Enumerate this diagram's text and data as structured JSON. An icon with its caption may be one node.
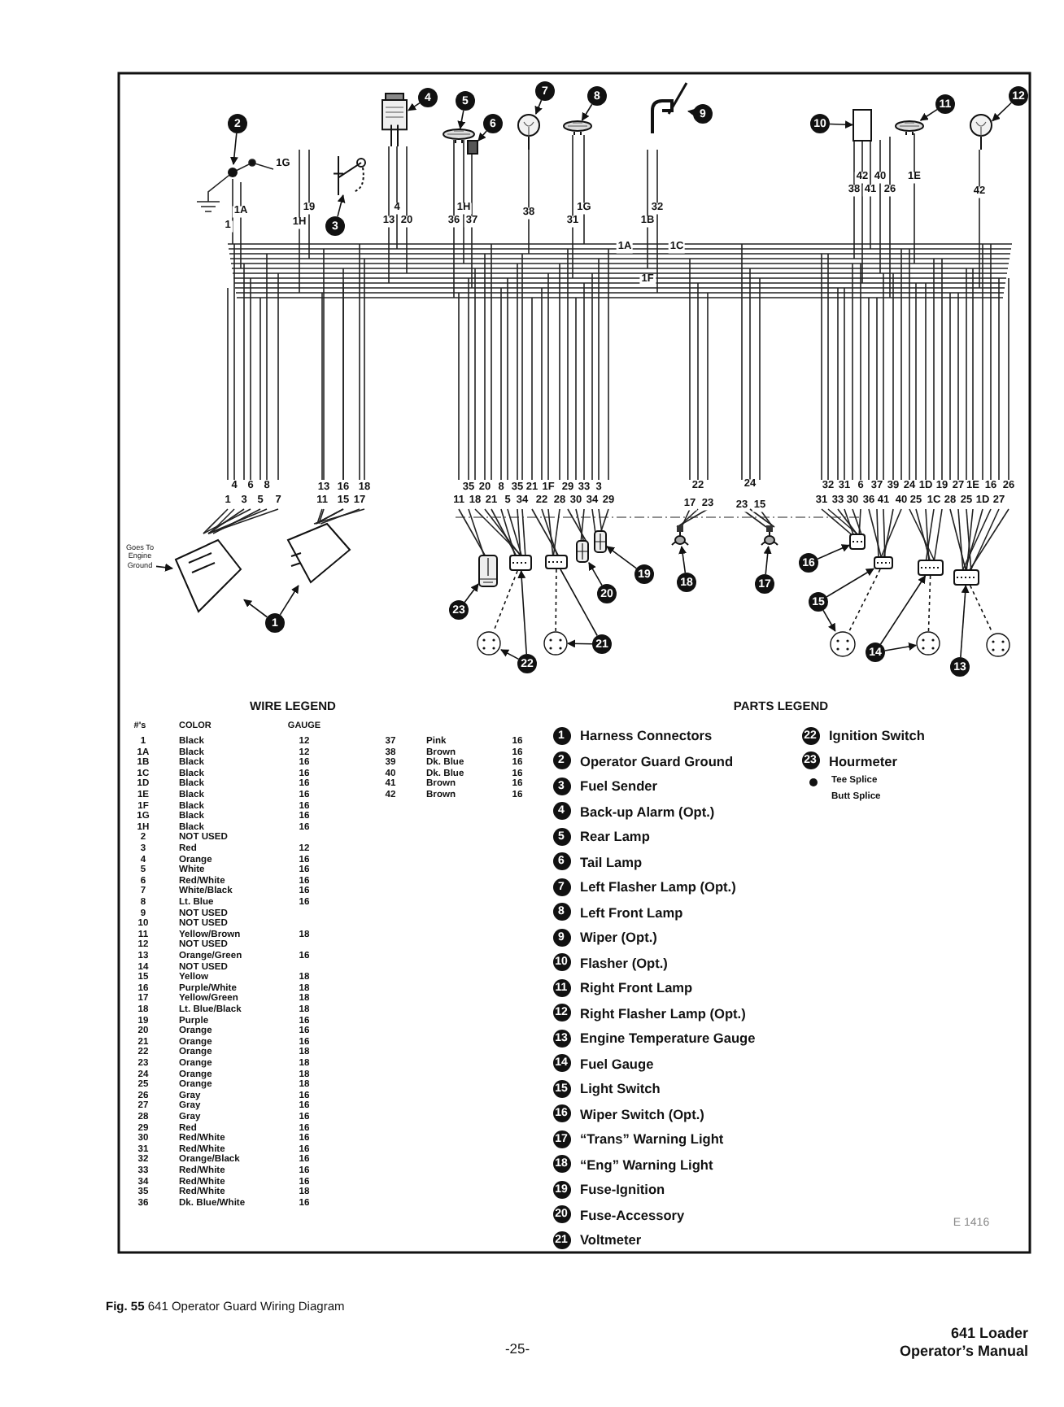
{
  "diagram": {
    "caption": "**Fig. 55** 641 Operator Guard Wiring Diagram",
    "nodes": [
      {
        "text": [
          "2"
        ]
      },
      {
        "text": [],
        "shape": "circle"
      },
      {
        "text": [
          "3"
        ]
      },
      {
        "text": [],
        "shape": "picture"
      },
      {
        "text": [
          "4"
        ]
      },
      {
        "text": [],
        "shape": "picture"
      },
      {
        "text": [
          "5"
        ]
      },
      {
        "text": [],
        "shape": "picture"
      },
      {
        "text": [
          "6"
        ]
      },
      {
        "text": [],
        "shape": "picture"
      },
      {
        "text": [
          "7"
        ]
      },
      {
        "text": [],
        "shape": "picture"
      },
      {
        "text": [
          "8"
        ]
      },
      {
        "text": [],
        "shape": "picture"
      },
      {
        "text": [
          "9"
        ]
      },
      {
        "text": [],
        "shape": "picture"
      },
      {
        "text": [
          "10"
        ]
      },
      {
        "text": [],
        "shape": "box"
      },
      {
        "text": [
          "11"
        ]
      },
      {
        "text": [],
        "shape": "picture"
      },
      {
        "text": [
          "12"
        ]
      },
      {
        "text": [],
        "shape": "picture"
      },
      {
        "text": [
          "Goes To Engine Ground"
        ]
      },
      {
        "text": [],
        "shape": "picture"
      },
      {
        "text": [],
        "shape": "picture"
      },
      {
        "text": [
          "1"
        ]
      },
      {
        "text": [],
        "shape": "picture"
      },
      {
        "text": [
          "23"
        ]
      },
      {
        "text": [],
        "shape": "picture"
      },
      {
        "text": [
          "22"
        ]
      },
      {
        "text": [],
        "shape": "picture"
      },
      {
        "text": [],
        "shape": "picture"
      },
      {
        "text": [
          "21"
        ]
      },
      {
        "text": [],
        "shape": "picture"
      },
      {
        "text": [],
        "shape": "picture"
      },
      {
        "text": [
          "20"
        ]
      },
      {
        "text": [],
        "shape": "picture"
      },
      {
        "text": [
          "19"
        ]
      },
      {
        "text": [],
        "shape": "picture"
      },
      {
        "text": [
          "18"
        ]
      },
      {
        "text": [],
        "shape": "picture"
      },
      {
        "text": [
          "17"
        ]
      },
      {
        "text": [],
        "shape": "picture"
      },
      {
        "text": [
          "16"
        ]
      },
      {
        "text": [],
        "shape": "picture"
      },
      {
        "text": [
          "15"
        ]
      },
      {
        "text": [],
        "shape": "picture"
      },
      {
        "text": [],
        "shape": "picture"
      },
      {
        "text": [
          "14"
        ]
      },
      {
        "text": [],
        "shape": "picture"
      },
      {
        "text": [],
        "shape": "picture"
      },
      {
        "text": [
          "13"
        ]
      },
      {
        "text": [],
        "shape": "picture"
      },
      {
        "text": [
          "1"
        ],
        "beside": [
          "Harness Connectors"
        ]
      },
      {
        "text": [
          "2"
        ],
        "beside": [
          "Operator Guard Ground"
        ]
      },
      {
        "text": [
          "3"
        ],
        "beside": [
          "Fuel Sender"
        ]
      },
      {
        "text": [
          "4"
        ],
        "beside": [
          "Back-up Alarm (Opt.)"
        ]
      },
      {
        "text": [
          "5"
        ],
        "beside": [
          "Rear Lamp"
        ]
      },
      {
        "text": [
          "6"
        ],
        "beside": [
          "Tail Lamp"
        ]
      },
      {
        "text": [
          "7"
        ],
        "beside": [
          "Left Flasher Lamp (Opt.)"
        ]
      },
      {
        "text": [
          "8"
        ],
        "beside": [
          "Left Front Lamp"
        ]
      },
      {
        "text": [
          "9"
        ],
        "beside": [
          "Wiper (Opt.)"
        ]
      },
      {
        "text": [
          "10"
        ],
        "beside": [
          "Flasher (Opt.)"
        ]
      },
      {
        "text": [
          "11"
        ],
        "beside": [
          "Right Front Lamp"
        ]
      },
      {
        "text": [
          "12"
        ],
        "beside": [
          "Right Flasher Lamp (Opt.)"
        ]
      },
      {
        "text": [
          "13"
        ],
        "beside": [
          "Engine Temperature Gauge"
        ]
      },
      {
        "text": [
          "14"
        ],
        "beside": [
          "Fuel Gauge"
        ]
      },
      {
        "text": [
          "15"
        ],
        "beside": [
          "Light Switch"
        ]
      },
      {
        "text": [
          "16"
        ],
        "beside": [
          "Wiper Switch (Opt.)"
        ]
      },
      {
        "text": [
          "17"
        ],
        "beside": [
          "“Trans” Warning Light"
        ]
      },
      {
        "text": [
          "18"
        ],
        "beside": [
          "“Eng” Warning Light"
        ]
      },
      {
        "text": [
          "19"
        ],
        "beside": [
          "Fuse-Ignition"
        ]
      },
      {
        "text": [
          "20"
        ],
        "beside": [
          "Fuse-Accessory"
        ]
      },
      {
        "text": [
          "21"
        ],
        "beside": [
          "Voltmeter"
        ]
      },
      {
        "text": [
          "22"
        ],
        "beside": [
          "Ignition Switch"
        ]
      },
      {
        "text": [
          "23"
        ],
        "beside": [
          "Hourmeter"
        ]
      }
    ],
    "edges": [
      {
        "from": 0,
        "to": 1,
        "arrow": "to"
      },
      {
        "from": 2,
        "to": 3,
        "arrow": "to"
      },
      {
        "from": 4,
        "to": 5,
        "arrow": "to"
      },
      {
        "from": 6,
        "to": 7,
        "arrow": "to"
      },
      {
        "from": 8,
        "to": 9,
        "arrow": "to"
      },
      {
        "from": 10,
        "to": 11,
        "arrow": "to"
      },
      {
        "from": 12,
        "to": 13,
        "arrow": "to"
      },
      {
        "from": 14,
        "to": 15,
        "arrow": "to"
      },
      {
        "from": 16,
        "to": 17,
        "arrow": "to"
      },
      {
        "from": 18,
        "to": 19,
        "arrow": "to"
      },
      {
        "from": 20,
        "to": 21,
        "arrow": "to"
      },
      {
        "from": 22,
        "to": 23,
        "arrow": "to"
      },
      {
        "from": 25,
        "to": 23,
        "arrow": "to"
      },
      {
        "from": 25,
        "to": 24,
        "arrow": "to"
      },
      {
        "from": 27,
        "to": 26,
        "arrow": "to"
      },
      {
        "from": 29,
        "to": 28,
        "arrow": "to"
      },
      {
        "from": 29,
        "to": 30,
        "arrow": "to"
      },
      {
        "from": 32,
        "to": 31,
        "arrow": "none"
      },
      {
        "from": 32,
        "to": 33,
        "arrow": "to"
      },
      {
        "from": 35,
        "to": 34,
        "arrow": "to"
      },
      {
        "from": 37,
        "to": 36,
        "arrow": "to"
      },
      {
        "from": 39,
        "to": 38,
        "arrow": "to"
      },
      {
        "from": 41,
        "to": 40,
        "arrow": "to"
      },
      {
        "from": 43,
        "to": 42,
        "arrow": "to"
      },
      {
        "from": 45,
        "to": 44,
        "arrow": "to"
      },
      {
        "from": 45,
        "to": 46,
        "arrow": "to"
      },
      {
        "from": 48,
        "to": 47,
        "arrow": "to"
      },
      {
        "from": 48,
        "to": 49,
        "arrow": "to"
      },
      {
        "from": 51,
        "to": 50,
        "arrow": "to"
      },
      {
        "from": 28,
        "to": 30,
        "arrow": "none",
        "style": "dashed"
      },
      {
        "from": 31,
        "to": 33,
        "arrow": "none",
        "style": "dashed"
      },
      {
        "from": 44,
        "to": 46,
        "arrow": "none",
        "style": "dashed"
      },
      {
        "from": 47,
        "to": 49,
        "arrow": "none",
        "style": "dashed"
      },
      {
        "from": 50,
        "to": 52,
        "arrow": "none",
        "style": "dashed"
      }
    ],
    "labels": [
      "1A",
      "1",
      "1G",
      "19",
      "1H",
      "4",
      "13",
      "20",
      "1H",
      "36",
      "37",
      "38",
      "1G",
      "31",
      "1B",
      "32",
      "1A",
      "1C",
      "1F",
      "42",
      "40",
      "38",
      "41",
      "26",
      "1E",
      "42",
      "4",
      "6",
      "8",
      "1",
      "3",
      "5",
      "7",
      "13",
      "16",
      "18",
      "11",
      "15",
      "17",
      "35",
      "20",
      "8",
      "35",
      "21",
      "1F",
      "29",
      "33",
      "3",
      "11",
      "18",
      "21",
      "5",
      "34",
      "22",
      "28",
      "30",
      "34",
      "29",
      "22",
      "17",
      "23",
      "24",
      "23",
      "15",
      "32",
      "31",
      "6",
      "37",
      "39",
      "24",
      "1D",
      "19",
      "27",
      "1E",
      "16",
      "26",
      "31",
      "33",
      "30",
      "36",
      "41",
      "40",
      "25",
      "1C",
      "28",
      "25",
      "1D",
      "27",
      "E 1416",
      "WIRE LEGEND",
      "#'s",
      "COLOR",
      "GAUGE",
      "1",
      "Black",
      "12",
      "1A",
      "Black",
      "12",
      "1B",
      "Black",
      "16",
      "1C",
      "Black",
      "16",
      "1D",
      "Black",
      "16",
      "1E",
      "Black",
      "16",
      "1F",
      "Black",
      "16",
      "1G",
      "Black",
      "16",
      "1H",
      "Black",
      "16",
      "2",
      "NOT USED",
      "3",
      "Red",
      "12",
      "4",
      "Orange",
      "16",
      "5",
      "White",
      "16",
      "6",
      "Red/White",
      "16",
      "7",
      "White/Black",
      "16",
      "8",
      "Lt. Blue",
      "16",
      "9",
      "NOT USED",
      "10",
      "NOT USED",
      "11",
      "Yellow/Brown",
      "18",
      "12",
      "NOT USED",
      "13",
      "Orange/Green",
      "16",
      "14",
      "NOT USED",
      "15",
      "Yellow",
      "18",
      "16",
      "Purple/White",
      "18",
      "17",
      "Yellow/Green",
      "18",
      "18",
      "Lt. Blue/Black",
      "18",
      "19",
      "Purple",
      "16",
      "20",
      "Orange",
      "16",
      "21",
      "Orange",
      "16",
      "22",
      "Orange",
      "18",
      "23",
      "Orange",
      "18",
      "24",
      "Orange",
      "18",
      "25",
      "Orange",
      "18",
      "26",
      "Gray",
      "16",
      "27",
      "Gray",
      "16",
      "28",
      "Gray",
      "16",
      "29",
      "Red",
      "16",
      "30",
      "Red/White",
      "16",
      "31",
      "Red/White",
      "16",
      "32",
      "Orange/Black",
      "16",
      "33",
      "Red/White",
      "16",
      "34",
      "Red/White",
      "16",
      "35",
      "Red/White",
      "18",
      "36",
      "Dk. Blue/White",
      "16",
      "37",
      "Pink",
      "16",
      "38",
      "Brown",
      "16",
      "39",
      "Dk. Blue",
      "16",
      "40",
      "Dk. Blue",
      "16",
      "41",
      "Brown",
      "16",
      "42",
      "Brown",
      "16",
      "PARTS LEGEND",
      "-25-",
      "641 Loader",
      "Operator’s Manual"
    ],
    "legend": [
      {
        "text": "Tee Splice"
      },
      {
        "text": "Butt Splice"
      }
    ]
  }
}
